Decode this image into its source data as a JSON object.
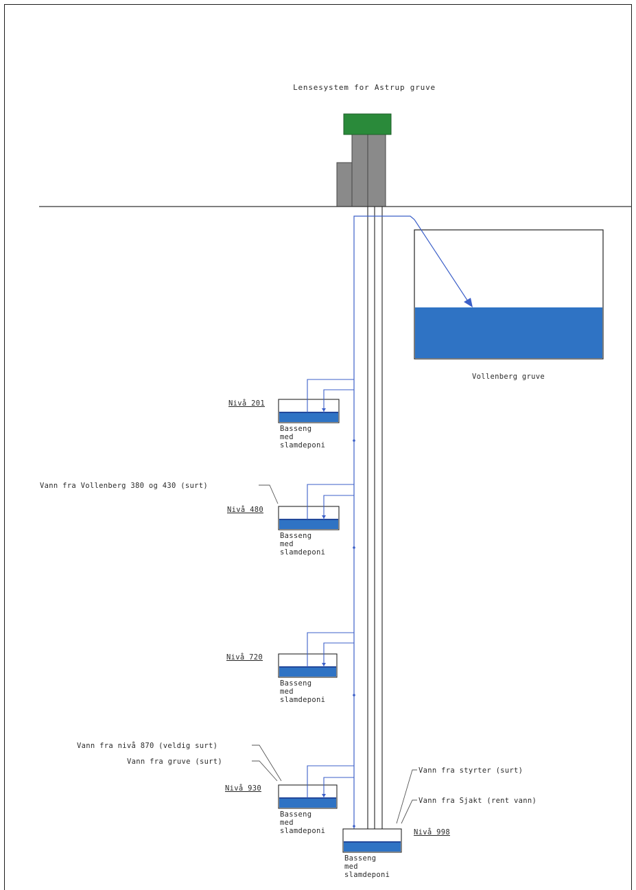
{
  "title": "Lensesystem for Astrup gruve",
  "vollenberg_label": "Vollenberg gruve",
  "basin_text": [
    "Basseng",
    "med",
    "slamdeponi"
  ],
  "levels": [
    {
      "label": "Nivå 201"
    },
    {
      "label": "Nivå 480"
    },
    {
      "label": "Nivå 720"
    },
    {
      "label": "Nivå 930"
    },
    {
      "label": "Nivå 998"
    }
  ],
  "inflows": {
    "vollenberg": "Vann fra Vollenberg 380 og 430 (surt)",
    "niva_870": "Vann fra nivå 870 (veldig surt)",
    "gruve": "Vann fra gruve (surt)",
    "styrter": "Vann fra styrter (surt)",
    "sjakt": "Vann fra Sjakt (rent vann)"
  },
  "colors": {
    "water": "#2f73c4",
    "water_dark": "#22489a",
    "pipe": "#3b5fc8",
    "headframe_top": "#2a8a3a",
    "headframe_body": "#8a8a8a"
  }
}
